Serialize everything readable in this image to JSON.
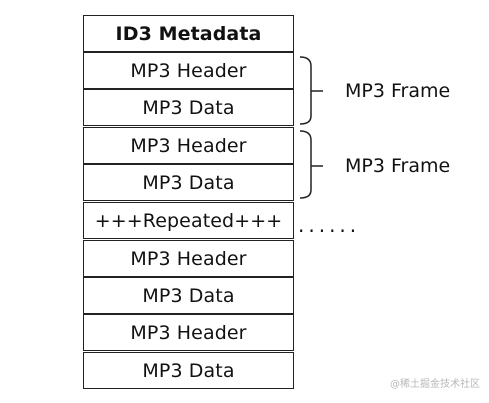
{
  "rows": [
    {
      "label": "ID3 Metadata",
      "bold": true
    },
    {
      "label": "MP3 Header",
      "bold": false
    },
    {
      "label": "MP3 Data",
      "bold": false
    },
    {
      "label": "MP3 Header",
      "bold": false
    },
    {
      "label": "MP3 Data",
      "bold": false
    },
    {
      "label": "+++Repeated+++",
      "bold": false
    },
    {
      "label": "MP3 Header",
      "bold": false
    },
    {
      "label": "MP3 Data",
      "bold": false
    },
    {
      "label": "MP3 Header",
      "bold": false
    },
    {
      "label": "MP3 Data",
      "bold": false
    }
  ],
  "frames": [
    {
      "label": "MP3 Frame"
    },
    {
      "label": "MP3 Frame"
    }
  ],
  "ellipsis": "......",
  "watermark": "@稀土掘金技术社区",
  "colors": {
    "line": "#222222",
    "text": "#111111",
    "watermark": "#b8b8b8"
  }
}
